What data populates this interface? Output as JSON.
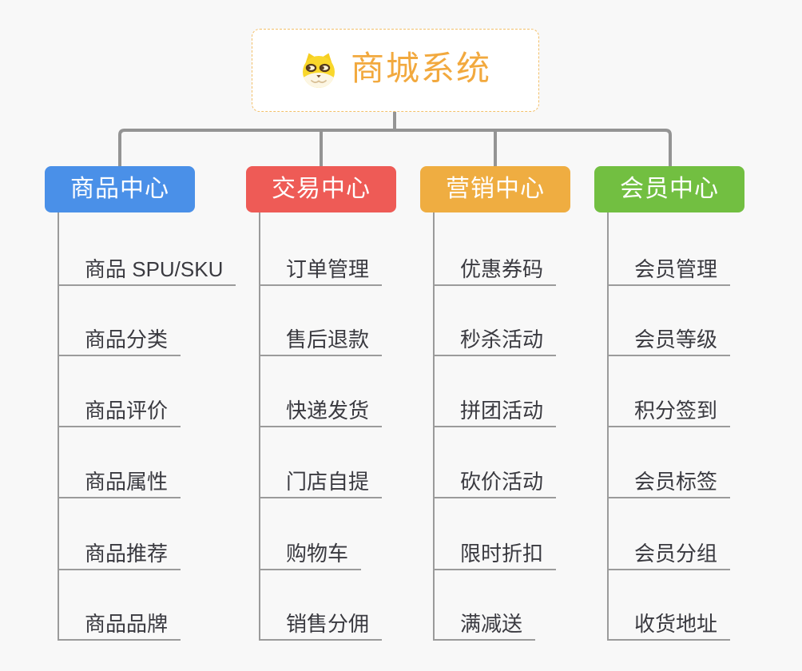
{
  "root": {
    "title": "商城系统",
    "icon": "shiba-dog-icon",
    "text_color": "#f2a93e",
    "border_color": "#f3c06a",
    "background": "#ffffff"
  },
  "colors": {
    "canvas_background": "#f8f8f8",
    "connector": "#949494",
    "child_line": "#9b9b9b",
    "child_text": "#3a3a40",
    "branch_text": "#ffffff"
  },
  "branches": [
    {
      "label": "商品中心",
      "color": "#4a90e8",
      "children": [
        "商品 SPU/SKU",
        "商品分类",
        "商品评价",
        "商品属性",
        "商品推荐",
        "商品品牌"
      ]
    },
    {
      "label": "交易中心",
      "color": "#ee5b56",
      "children": [
        "订单管理",
        "售后退款",
        "快递发货",
        "门店自提",
        "购物车",
        "销售分佣"
      ]
    },
    {
      "label": "营销中心",
      "color": "#efad41",
      "children": [
        "优惠券码",
        "秒杀活动",
        "拼团活动",
        "砍价活动",
        "限时折扣",
        "满减送"
      ]
    },
    {
      "label": "会员中心",
      "color": "#72bf41",
      "children": [
        "会员管理",
        "会员等级",
        "积分签到",
        "会员标签",
        "会员分组",
        "收货地址"
      ]
    }
  ]
}
